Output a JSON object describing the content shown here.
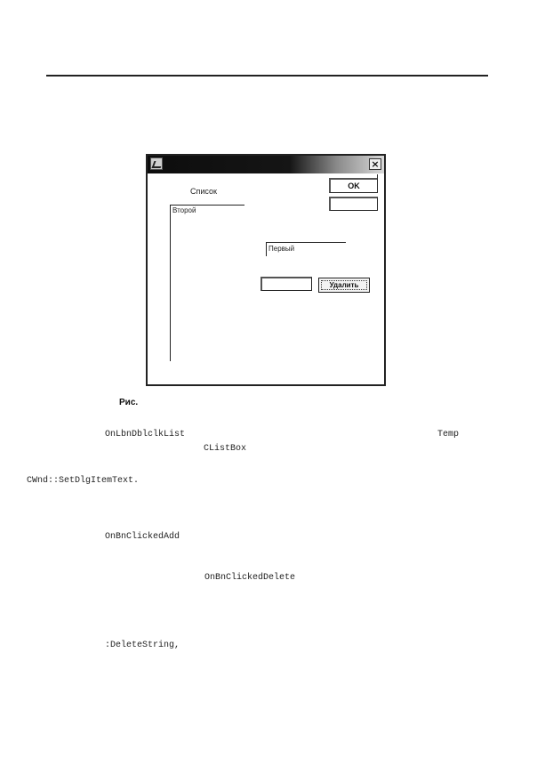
{
  "dialog": {
    "list_label": "Список",
    "list_items": [
      "Второй"
    ],
    "ok_label": "OK",
    "edit_value": "Первый",
    "delete_label": "Удалить",
    "close_glyph": "×"
  },
  "figure": {
    "caption": "Рис."
  },
  "text": {
    "t1": "OnLbnDblclkList",
    "t2": "Temp",
    "t3": "CListBox",
    "t4": "CWnd::SetDlgItemText.",
    "t5": "OnBnClickedAdd",
    "t6": "OnBnClickedDelete",
    "t7": ":DeleteString,"
  }
}
